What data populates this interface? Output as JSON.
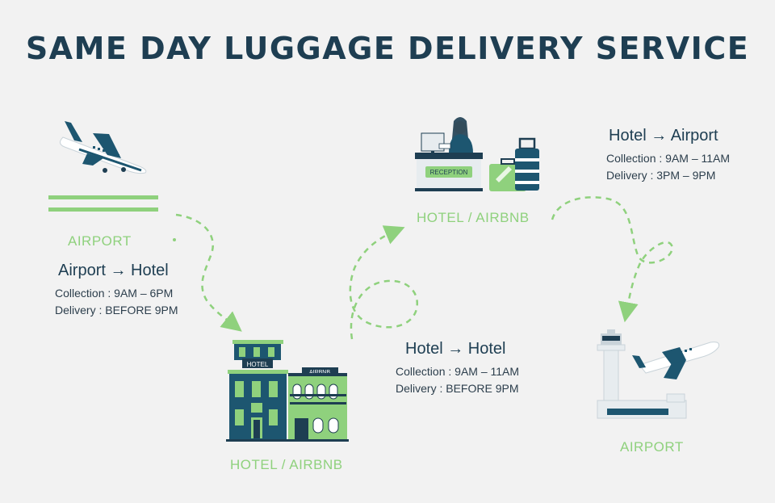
{
  "title": "SAME DAY LUGGAGE DELIVERY SERVICE",
  "colors": {
    "navy": "#1e3e52",
    "teal": "#1d5670",
    "green": "#8fd17d",
    "background": "#f2f2f2"
  },
  "nodes": {
    "airport_start": {
      "label": "AIRPORT",
      "icon": "departing-plane-icon"
    },
    "hotel_airbnb_1": {
      "label": "HOTEL / AIRBNB",
      "icon": "hotel-airbnb-buildings-icon",
      "sign_hotel": "HOTEL",
      "sign_airbnb": "AIRBNB"
    },
    "hotel_airbnb_2": {
      "label": "HOTEL / AIRBNB",
      "icon": "reception-desk-icon",
      "sign_reception": "RECEPTION"
    },
    "airport_end": {
      "label": "AIRPORT",
      "icon": "control-tower-icon"
    }
  },
  "routes": {
    "airport_to_hotel": {
      "title": "Airport → Hotel",
      "collection_label": "Collection : ",
      "collection_value": "9AM – 6PM",
      "delivery_label": "Delivery : ",
      "delivery_value": "BEFORE 9PM"
    },
    "hotel_to_hotel": {
      "title": "Hotel → Hotel",
      "collection_label": "Collection : ",
      "collection_value": "9AM – 11AM",
      "delivery_label": "Delivery : ",
      "delivery_value": "BEFORE 9PM"
    },
    "hotel_to_airport": {
      "title": "Hotel → Airport",
      "collection_label": "Collection : ",
      "collection_value": "9AM – 11AM",
      "delivery_label": "Delivery : ",
      "delivery_value": "3PM – 9PM"
    }
  }
}
